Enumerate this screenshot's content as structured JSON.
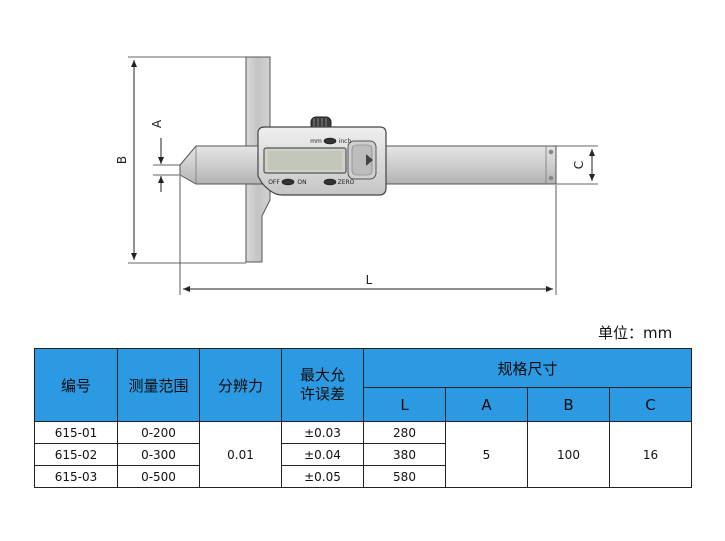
{
  "diagram": {
    "dim_labels": {
      "A": "A",
      "B": "B",
      "C": "C",
      "L": "L"
    },
    "display_labels": {
      "mm": "mm",
      "inch": "inch",
      "off": "OFF",
      "on": "ON",
      "zero": "ZERO"
    }
  },
  "unit_label": "单位：mm",
  "table": {
    "headers": {
      "code": "编号",
      "range": "测量范围",
      "resolution": "分辨力",
      "error_line1": "最大允",
      "error_line2": "许误差",
      "spec_group": "规格尺寸",
      "L": "L",
      "A": "A",
      "B": "B",
      "C": "C"
    },
    "rows": [
      {
        "code": "615-01",
        "range": "0-200",
        "error": "±0.03",
        "L": "280"
      },
      {
        "code": "615-02",
        "range": "0-300",
        "error": "±0.04",
        "L": "380"
      },
      {
        "code": "615-03",
        "range": "0-500",
        "error": "±0.05",
        "L": "580"
      }
    ],
    "shared": {
      "resolution": "0.01",
      "A": "5",
      "B": "100",
      "C": "16"
    }
  }
}
